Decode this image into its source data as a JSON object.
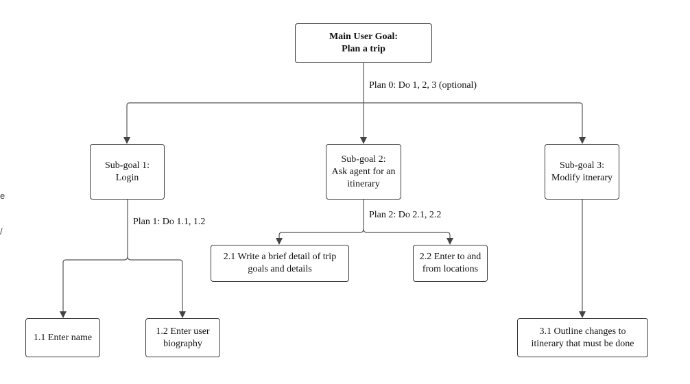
{
  "nodes": {
    "main": "Main User Goal:\nPlan a trip",
    "sub1": "Sub-goal 1:\nLogin",
    "sub2": "Sub-goal 2:\nAsk agent for an\nitinerary",
    "sub3": "Sub-goal 3:\nModify itnerary",
    "n11": "1.1 Enter name",
    "n12": "1.2 Enter user\nbiography",
    "n21": "2.1 Write a brief detail of trip\ngoals and details",
    "n22": "2.2 Enter to and\nfrom locations",
    "n31": "3.1 Outline changes to\nitinerary that must be done"
  },
  "plans": {
    "plan0": "Plan 0: Do 1, 2, 3 (optional)",
    "plan1": "Plan 1: Do 1.1, 1.2",
    "plan2": "Plan 2: Do 2.1, 2.2"
  },
  "edge_fragments": {
    "a": "e",
    "b": "/"
  }
}
